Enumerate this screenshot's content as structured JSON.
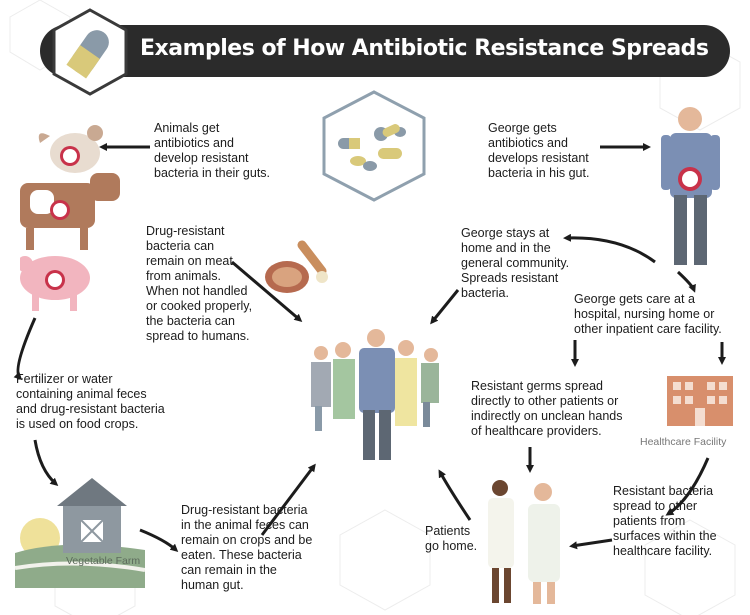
{
  "title": "Examples of How Antibiotic Resistance Spreads",
  "icons": {
    "title_icon": "capsule-icon",
    "center_icon": "pills-icon"
  },
  "steps": {
    "animals_get_antibiotics": "Animals get\nantibiotics and\ndevelop resistant\nbacteria in their guts.",
    "george_gets_antibiotics": "George gets\nantibiotics and\ndevelops resistant\nbacteria in his gut.",
    "meat": "Drug-resistant\nbacteria can\nremain on meat\nfrom animals.\nWhen not handled\nor cooked properly,\nthe bacteria can\nspread to humans.",
    "george_stays_home": "George stays at\nhome and in the\ngeneral community.\nSpreads resistant\nbacteria.",
    "george_gets_care": "George gets care at a\nhospital, nursing home or\nother inpatient care facility.",
    "fertilizer": "Fertilizer or water\ncontaining animal feces\nand drug-resistant bacteria\nis used on food crops.",
    "germs_spread": "Resistant germs spread\ndirectly to other patients or\nindirectly on unclean hands\nof healthcare providers.",
    "crops": "Drug-resistant bacteria\nin the animal feces can\nremain on crops and be\neaten. These bacteria\ncan remain in the\nhuman gut.",
    "patients_go_home": "Patients\ngo home.",
    "facility_surfaces": "Resistant bacteria\nspread to other\npatients from\nsurfaces within the\nhealthcare facility."
  },
  "labels": {
    "healthcare_facility": "Healthcare Facility",
    "vegetable_farm": "Vegetable Farm"
  },
  "colors": {
    "title_bg": "#2b2b2b",
    "pill_yellow": "#d9c97a",
    "pill_gray": "#8a9aa8",
    "bacteria_red": "#c8324a",
    "building": "#d88f6c",
    "barn": "#8e98a0"
  }
}
